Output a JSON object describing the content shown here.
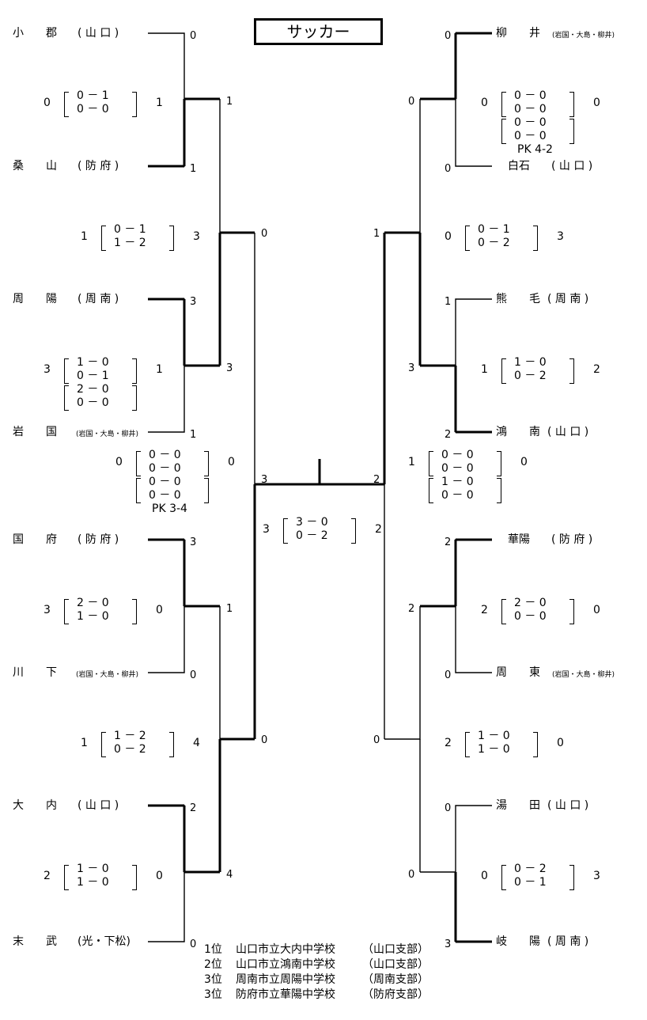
{
  "title": "サッカー",
  "left_teams": [
    {
      "name": "小　　郡",
      "region": "( 山 口 )",
      "small": false,
      "score": "0"
    },
    {
      "name": "桑　　山",
      "region": "( 防 府 )",
      "small": false,
      "score": "1"
    },
    {
      "name": "周　　陽",
      "region": "( 周 南 )",
      "small": false,
      "score": "3"
    },
    {
      "name": "岩　　国",
      "region": "(岩国・大島・柳井)",
      "small": true,
      "score": "1"
    },
    {
      "name": "国　　府",
      "region": "( 防 府 )",
      "small": false,
      "score": "3"
    },
    {
      "name": "川　　下",
      "region": "(岩国・大島・柳井)",
      "small": true,
      "score": "0"
    },
    {
      "name": "大　　内",
      "region": "( 山 口 )",
      "small": false,
      "score": "2"
    },
    {
      "name": "末　　武",
      "region": "(光・下松)",
      "small": false,
      "score": "0"
    }
  ],
  "right_teams": [
    {
      "name": "柳　　井",
      "region": "(岩国・大島・柳井)",
      "small": true,
      "score": "0"
    },
    {
      "name": "白石",
      "region": "( 山 口 )",
      "small": false,
      "score": "0"
    },
    {
      "name": "熊　　毛",
      "region": "( 周 南 )",
      "small": false,
      "score": "1"
    },
    {
      "name": "鴻　　南",
      "region": "( 山 口 )",
      "small": false,
      "score": "2"
    },
    {
      "name": "華陽",
      "region": "( 防 府 )",
      "small": false,
      "score": "2"
    },
    {
      "name": "周　　東",
      "region": "(岩国・大島・柳井)",
      "small": true,
      "score": "0"
    },
    {
      "name": "湯　　田",
      "region": "( 山 口 )",
      "small": false,
      "score": "0"
    },
    {
      "name": "岐　　陽",
      "region": "( 周 南 )",
      "small": false,
      "score": "3"
    }
  ],
  "left_r1_results": [
    {
      "a": "0",
      "b": "1",
      "halves": [
        "0 － 1",
        "0 － 0"
      ],
      "extra": [],
      "pk": ""
    },
    {
      "a": "3",
      "b": "1",
      "halves": [
        "1 － 0",
        "0 － 1"
      ],
      "extra": [
        "2 － 0",
        "0 － 0"
      ],
      "pk": ""
    },
    {
      "a": "3",
      "b": "0",
      "halves": [
        "2 － 0",
        "1 － 0"
      ],
      "extra": [],
      "pk": ""
    },
    {
      "a": "2",
      "b": "0",
      "halves": [
        "1 － 0",
        "1 － 0"
      ],
      "extra": [],
      "pk": ""
    }
  ],
  "right_r1_results": [
    {
      "a": "0",
      "b": "0",
      "halves": [
        "0 － 0",
        "0 － 0"
      ],
      "extra": [
        "0 － 0",
        "0 － 0"
      ],
      "pk": "PK 4-2"
    },
    {
      "a": "1",
      "b": "2",
      "halves": [
        "1 － 0",
        "0 － 2"
      ],
      "extra": [],
      "pk": ""
    },
    {
      "a": "2",
      "b": "0",
      "halves": [
        "2 － 0",
        "0 － 0"
      ],
      "extra": [],
      "pk": ""
    },
    {
      "a": "0",
      "b": "3",
      "halves": [
        "0 － 2",
        "0 － 1"
      ],
      "extra": [],
      "pk": ""
    }
  ],
  "left_sf_results": [
    {
      "a": "1",
      "b": "3",
      "halves": [
        "0 － 1",
        "1 － 2"
      ],
      "extra": [],
      "pk": ""
    },
    {
      "a": "1",
      "b": "4",
      "halves": [
        "1 － 2",
        "0 － 2"
      ],
      "extra": [],
      "pk": ""
    }
  ],
  "right_sf_results": [
    {
      "a": "0",
      "b": "3",
      "halves": [
        "0 － 1",
        "0 － 2"
      ],
      "extra": [],
      "pk": ""
    },
    {
      "a": "2",
      "b": "0",
      "halves": [
        "1 － 0",
        "1 － 0"
      ],
      "extra": [],
      "pk": ""
    }
  ],
  "left_final": {
    "a": "0",
    "b": "0",
    "halves": [
      "0 － 0",
      "0 － 0"
    ],
    "extra": [
      "0 － 0",
      "0 － 0"
    ],
    "pk": "PK 3-4"
  },
  "right_final": {
    "a": "1",
    "b": "0",
    "halves": [
      "0 － 0",
      "0 － 0"
    ],
    "extra": [
      "1 － 0",
      "0 － 0"
    ],
    "pk": ""
  },
  "championship": {
    "a": "3",
    "b": "2",
    "halves": [
      "3 － 0",
      "0 － 2"
    ],
    "extra": [],
    "pk": ""
  },
  "bracket_scores": {
    "l_r1": [
      "1",
      "3",
      "1",
      "4"
    ],
    "l_sf": [
      "0",
      "0"
    ],
    "l_final": "3",
    "r_r1": [
      "0",
      "3",
      "2",
      "0"
    ],
    "r_sf": [
      "1",
      "0"
    ],
    "r_final": "2"
  },
  "standings": [
    {
      "rank": "1位",
      "school": "山口市立大内中学校",
      "branch": "（山口支部）"
    },
    {
      "rank": "2位",
      "school": "山口市立鴻南中学校",
      "branch": "（山口支部）"
    },
    {
      "rank": "3位",
      "school": "周南市立周陽中学校",
      "branch": "（周南支部）"
    },
    {
      "rank": "3位",
      "school": "防府市立華陽中学校",
      "branch": "（防府支部）"
    }
  ]
}
